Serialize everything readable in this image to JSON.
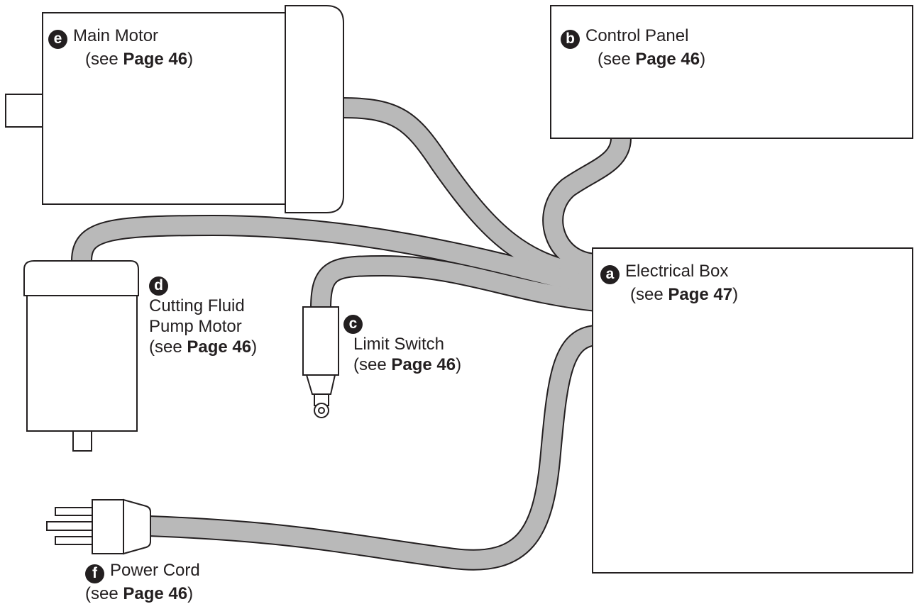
{
  "colors": {
    "cable_fill": "#b9b9b9",
    "outline": "#231f20",
    "badge_bg": "#231f20",
    "badge_text": "#ffffff"
  },
  "components": {
    "main_motor": {
      "letter": "e",
      "name": "Main Motor",
      "see": "(see ",
      "page": "Page 46",
      "close": ")"
    },
    "control_panel": {
      "letter": "b",
      "name": "Control Panel",
      "see": "(see ",
      "page": "Page 46",
      "close": ")"
    },
    "electrical_box": {
      "letter": "a",
      "name": "Electrical Box",
      "see": "(see ",
      "page": "Page 47",
      "close": ")"
    },
    "pump_motor": {
      "letter": "d",
      "name_line1": "Cutting Fluid",
      "name_line2": "Pump Motor",
      "see": "(see ",
      "page": "Page 46",
      "close": ")"
    },
    "limit_switch": {
      "letter": "c",
      "name": "Limit Switch",
      "see": "(see ",
      "page": "Page 46",
      "close": ")"
    },
    "power_cord": {
      "letter": "f",
      "name": "Power Cord",
      "see": "(see ",
      "page": "Page 46",
      "close": ")"
    }
  }
}
